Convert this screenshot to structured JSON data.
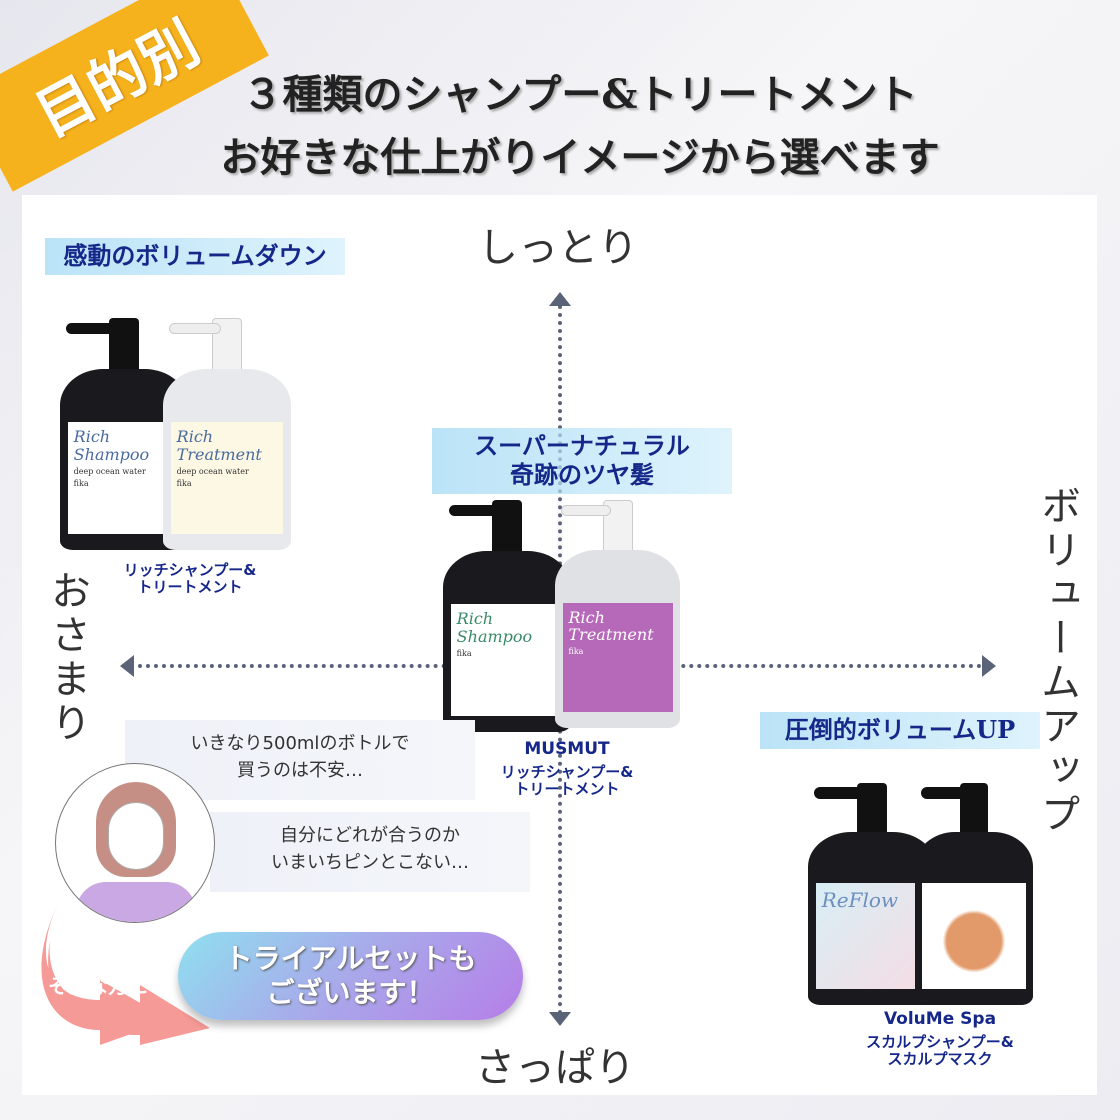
{
  "badge": "目的別",
  "title": {
    "line1": "３種類のシャンプー&トリートメント",
    "line2": "お好きな仕上がりイメージから選べます"
  },
  "axes": {
    "top": "しっとり",
    "bottom": "さっぱり",
    "left": "おさまり",
    "right": "ボリュームアップ"
  },
  "products": [
    {
      "heading": "感動のボリュームダウン",
      "caption1": "リッチシャンプー&",
      "caption2": "トリートメント",
      "brand": "",
      "bottles": [
        "Rich Shampoo",
        "Rich Treatment"
      ],
      "sub": "deep ocean water",
      "logo": "fika"
    },
    {
      "heading1": "スーパーナチュラル",
      "heading2": "奇跡のツヤ髪",
      "brand": "MUSMUT",
      "caption1": "リッチシャンプー&",
      "caption2": "トリートメント",
      "bottles": [
        "Rich Shampoo",
        "Rich Treatment"
      ],
      "logo": "fika"
    },
    {
      "heading": "圧倒的ボリュームUP",
      "brand": "VoluMe Spa",
      "caption1": "スカルプシャンプー&",
      "caption2": "スカルプマスク",
      "bottles": [
        "ReFlow",
        ""
      ]
    }
  ],
  "worries": [
    {
      "line1": "いきなり500mlのボトルで",
      "line2": "買うのは不安…"
    },
    {
      "line1": "自分にどれが合うのか",
      "line2": "いまいちピンとこない…"
    }
  ],
  "arrow_text": "そんな方に",
  "cta": {
    "line1": "トライアルセットも",
    "line2": "ございます！"
  },
  "colors": {
    "badge": "#f6b21d",
    "heading": "#16278a",
    "arrow": "#f59a96",
    "cta_start": "#8fe0ef",
    "cta_end": "#b57ee8"
  }
}
